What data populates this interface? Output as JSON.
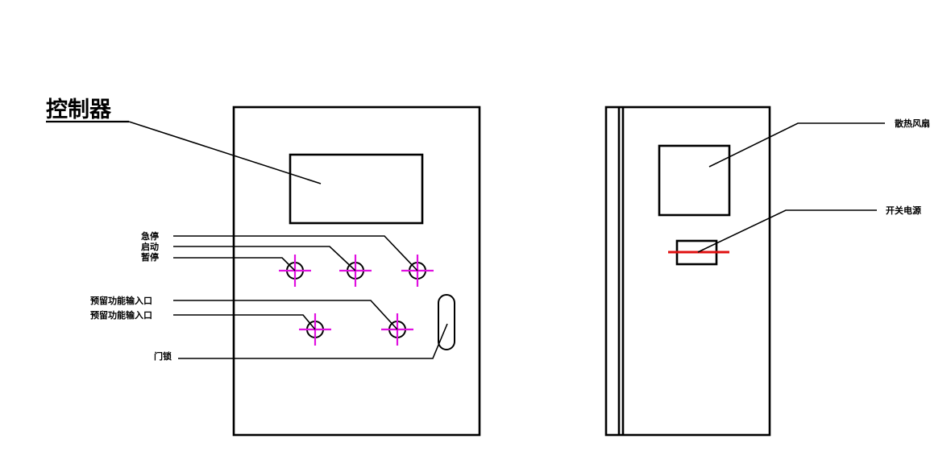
{
  "front_view": {
    "title": "控制器",
    "labels": {
      "emergency_stop": "急停",
      "start": "启动",
      "pause": "暂停",
      "reserved_input_1": "预留功能输入口",
      "reserved_input_2": "预留功能输入口",
      "door_lock": "门锁"
    }
  },
  "side_view": {
    "labels": {
      "cooling_fan": "散热风扇",
      "power_switch": "开关电源"
    }
  },
  "colors": {
    "line": "#000000",
    "button_marker": "#e010e0",
    "power_switch_marker": "#e01010"
  }
}
